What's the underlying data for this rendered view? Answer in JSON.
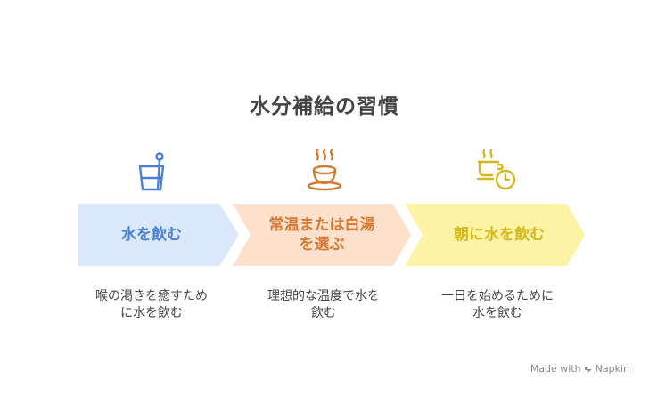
{
  "title": "水分補給の習慣",
  "steps": [
    {
      "label_lines": [
        "水を飲む"
      ],
      "description_lines": [
        "喉の渇きを癒すため",
        "に水を飲む"
      ],
      "icon": "water-glass-icon",
      "color": "#4a80d8",
      "bg": "#dbe8fb"
    },
    {
      "label_lines": [
        "常温または白湯",
        "を選ぶ"
      ],
      "description_lines": [
        "理想的な温度で水を",
        "飲む"
      ],
      "icon": "hot-cup-icon",
      "color": "#d67a33",
      "bg": "#fde1cc"
    },
    {
      "label_lines": [
        "朝に水を飲む"
      ],
      "description_lines": [
        "一日を始めるために",
        "水を飲む"
      ],
      "icon": "morning-coffee-clock-icon",
      "color": "#d4b81b",
      "bg": "#fdf3a5"
    }
  ],
  "branding": {
    "made_with": "Made with",
    "name": "Napkin"
  }
}
